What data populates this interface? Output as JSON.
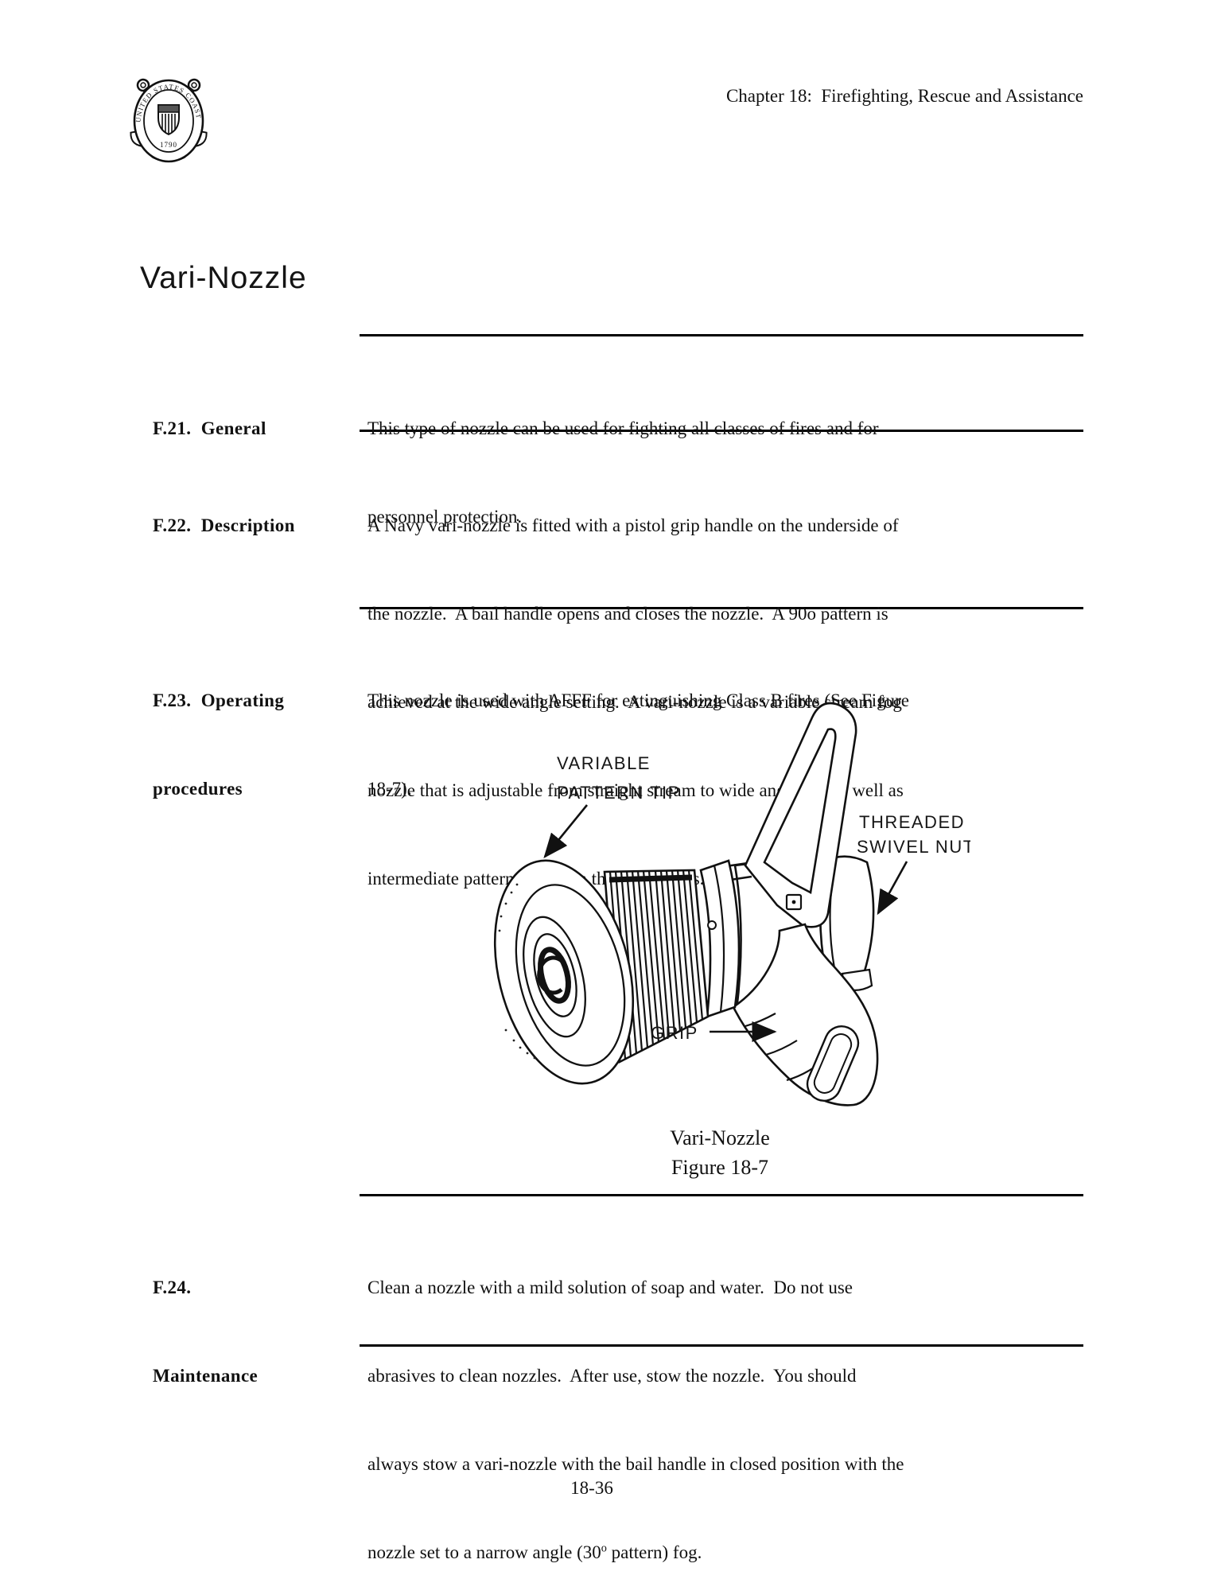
{
  "page": {
    "header": "Chapter 18:  Firefighting, Rescue and Assistance",
    "title": "Vari-Nozzle",
    "page_number": "18-36"
  },
  "logo": {
    "ring_text": "UNITED STATES COAST GUARD",
    "year": "1790"
  },
  "sections": [
    {
      "heading_lines": [
        "F.21.  General"
      ],
      "body_lines": [
        "This type of nozzle can be used for fighting all classes of fires and for",
        "personnel protection."
      ]
    },
    {
      "heading_lines": [
        "F.22.  Description"
      ],
      "body_lines": [
        "A Navy vari-nozzle is fitted with a pistol grip handle on the underside of",
        "the nozzle.  A bail handle opens and closes the nozzle.  A 90o pattern is",
        "achieved at the wide angle setting.  A vari-nozzle is a variable stream fog",
        "nozzle that is adjustable from straight stream to wide angle fog as well as",
        "intermediate patterns between these extremes."
      ]
    },
    {
      "heading_lines": [
        "F.23.  Operating",
        "procedures"
      ],
      "body_lines": [
        "This nozzle is used with AFFF for extinguishing Class B fires (See Figure",
        "18-7)."
      ]
    },
    {
      "heading_lines": [
        "F.24.",
        "Maintenance"
      ],
      "body_lines": [
        "Clean a nozzle with a mild solution of soap and water.  Do not use",
        "abrasives to clean nozzles.  After use, stow the nozzle.  You should",
        "always stow a vari-nozzle with the bail handle in closed position with the"
      ],
      "last_line": {
        "pre": "nozzle set to a narrow angle (30",
        "sup": "o",
        "post": " pattern) fog."
      }
    }
  ],
  "figure": {
    "labels": {
      "tip_line1": "VARIABLE",
      "tip_line2": "PATTERN TIP",
      "nut_line1": "THREADED",
      "nut_line2": "SWIVEL NUT",
      "grip": "GRIP"
    },
    "caption_lines": [
      "Vari-Nozzle",
      "Figure 18-7"
    ]
  },
  "colors": {
    "ink": "#000000",
    "paper": "#ffffff"
  }
}
